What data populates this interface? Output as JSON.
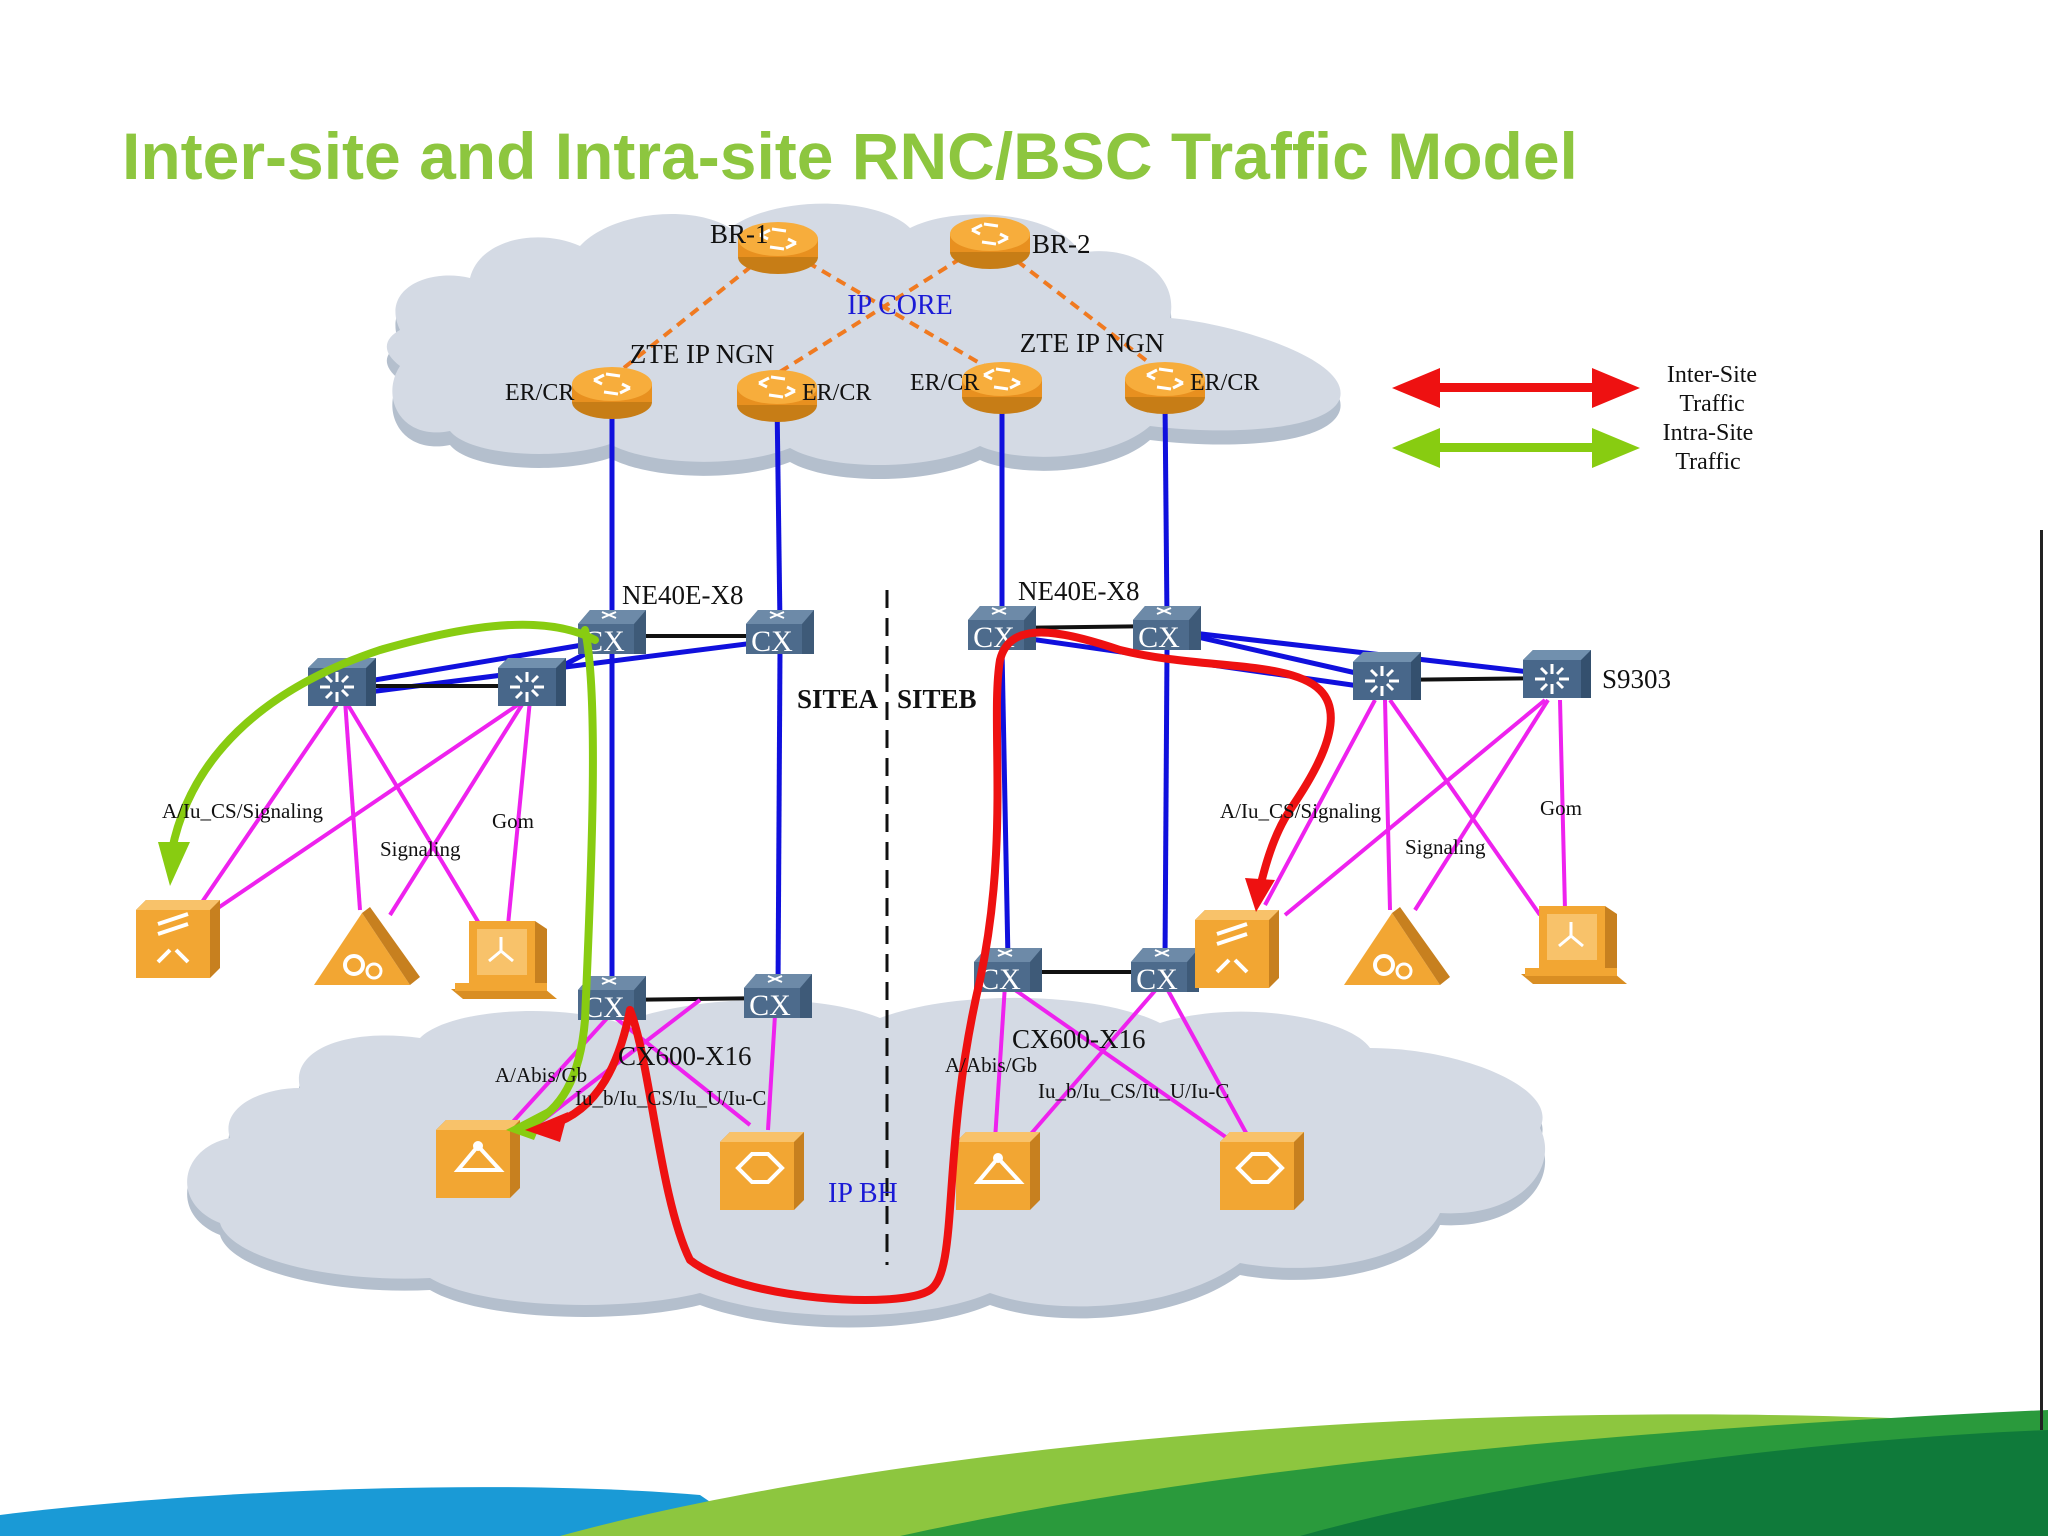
{
  "title": "Inter-site and Intra-site  RNC/BSC  Traffic Model",
  "core": {
    "cloud_label": "IP CORE",
    "br1": "BR-1",
    "br2": "BR-2",
    "ngn_left": "ZTE IP NGN",
    "ngn_right": "ZTE IP NGN",
    "er1": "ER/CR",
    "er2": "ER/CR",
    "er3": "ER/CR",
    "er4": "ER/CR"
  },
  "legend": {
    "inter_line1": "Inter-Site",
    "inter_line2": "Traffic",
    "intra_line1": "Intra-Site",
    "intra_line2": "Traffic",
    "inter_color": "#ee1111",
    "intra_color": "#88cc11"
  },
  "sites": {
    "left_label": "SITEA",
    "right_label": "SITEB",
    "ne_left": "NE40E-X8",
    "ne_right": "NE40E-X8",
    "cx_text": "CX",
    "s9303": "S9303",
    "cx600_left": "CX600-X16",
    "cx600_right": "CX600-X16"
  },
  "links": {
    "a_iu_left": "A/Iu_CS/Signaling",
    "signaling_left": "Signaling",
    "gom_left": "Gom",
    "a_iu_right": "A/Iu_CS/Signaling",
    "signaling_right": "Signaling",
    "gom_right": "Gom",
    "abis_left": "A/Abis/Gb",
    "iub_left": "Iu_b/Iu_CS/Iu_U/Iu-C",
    "abis_right": "A/Abis/Gb",
    "iub_right": "Iu_b/Iu_CS/Iu_U/Iu-C"
  },
  "bh_label": "IP BH",
  "colors": {
    "title": "#8dc63f",
    "router_orange": "#f5a530",
    "cx_blue": "#4a6784",
    "core_link": "#1010dd",
    "access_link": "#ee22ee",
    "cloud": "#d4dae4"
  }
}
